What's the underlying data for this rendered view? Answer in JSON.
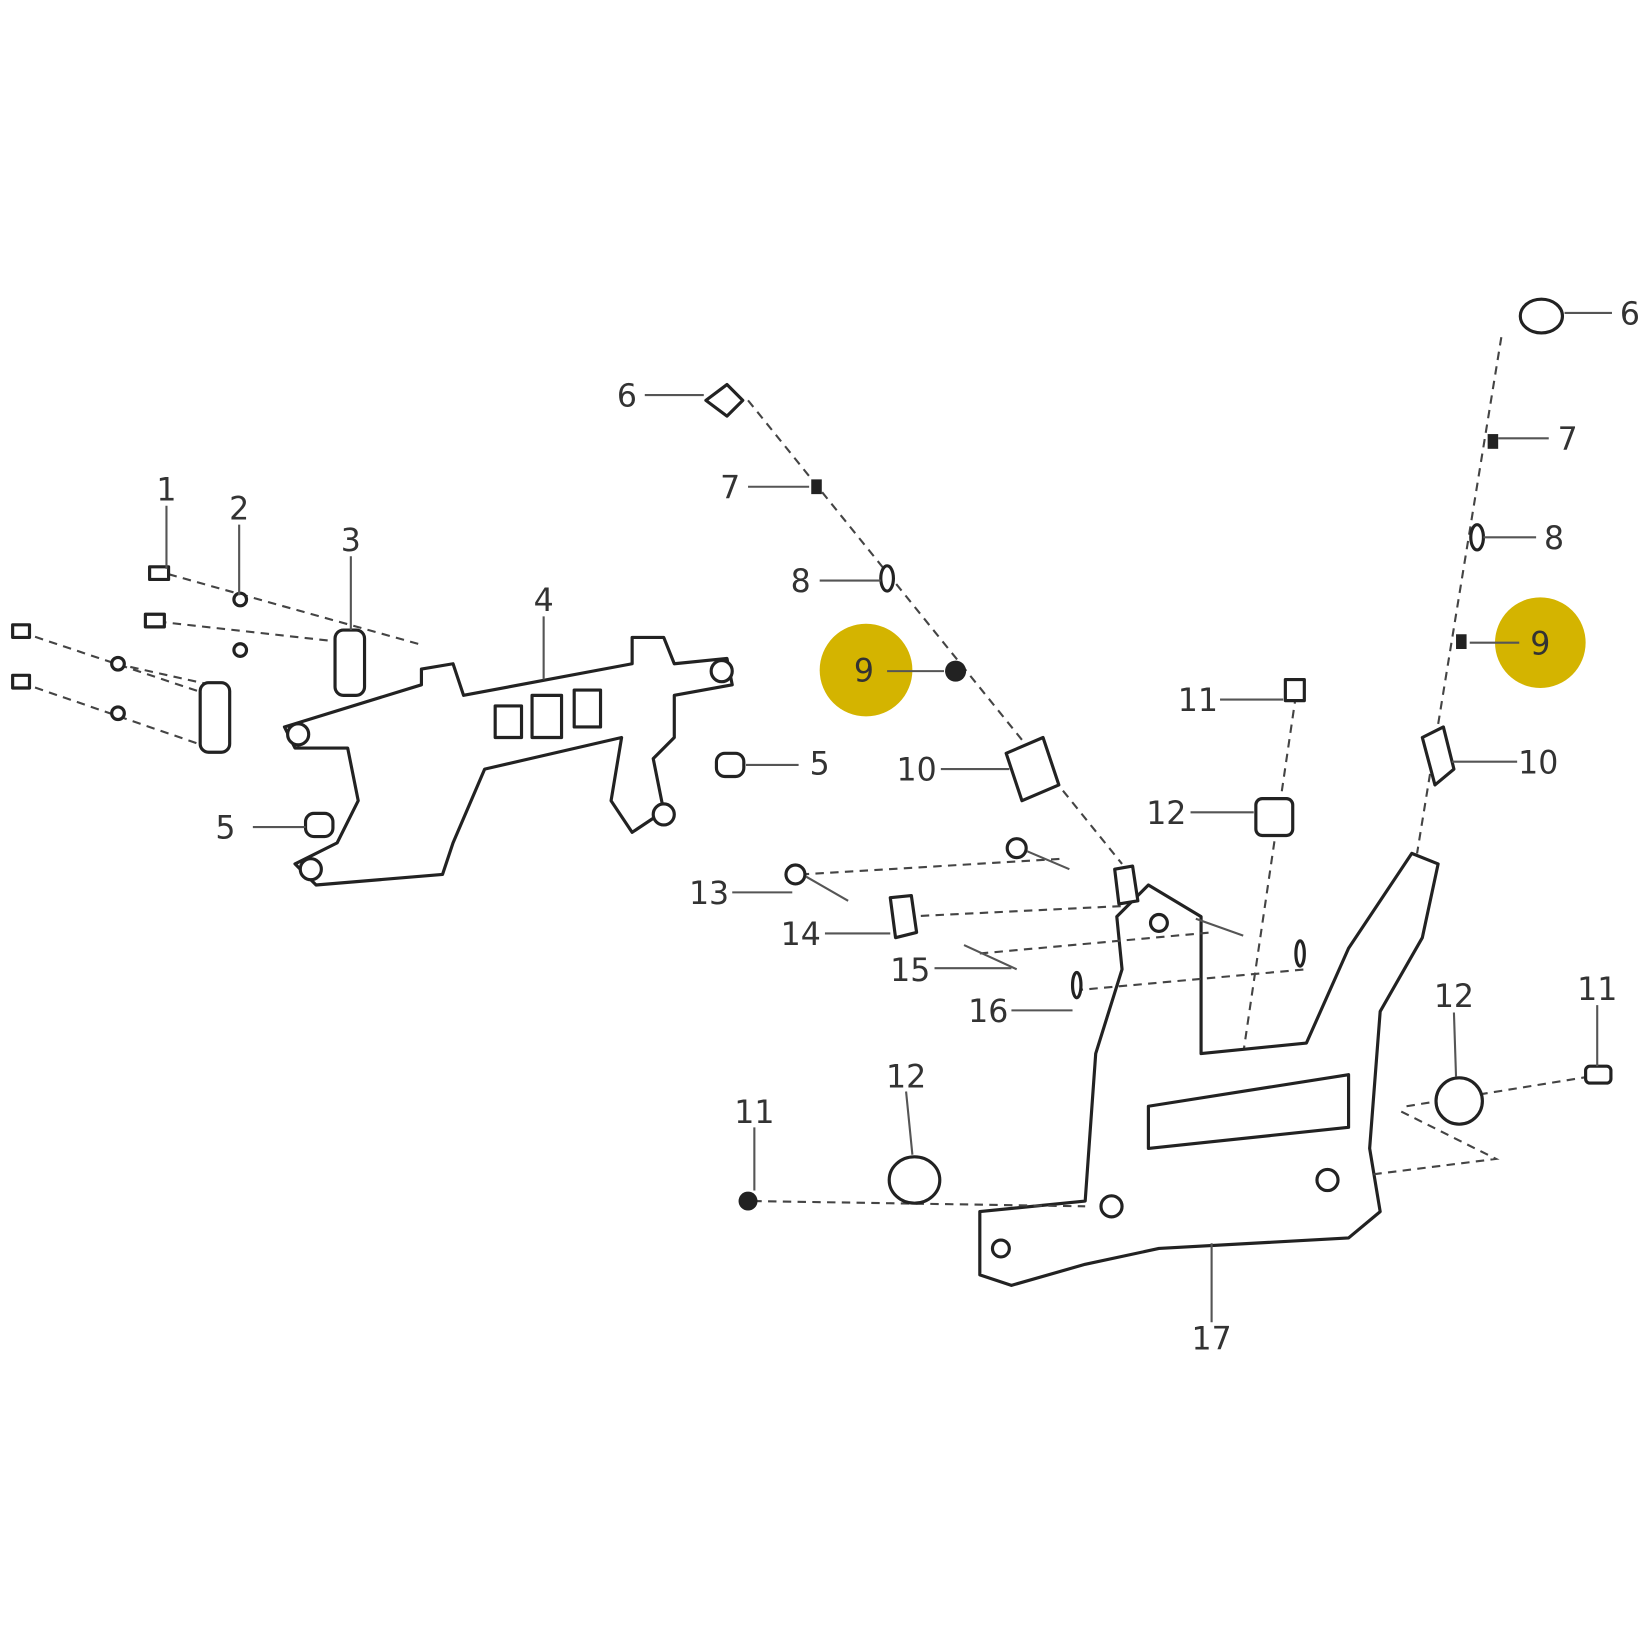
{
  "diagram": {
    "highlight_color": "#d4b400",
    "callouts": {
      "l1": "1",
      "l2": "2",
      "l3": "3",
      "l4": "4",
      "l5a": "5",
      "l5b": "5",
      "m6": "6",
      "m7": "7",
      "m8": "8",
      "m9": "9",
      "m10": "10",
      "m11a": "11",
      "m12a": "12",
      "m13": "13",
      "m14": "14",
      "m15": "15",
      "m16": "16",
      "m11b": "11",
      "m12b": "12",
      "m17": "17",
      "m12c": "12",
      "m11c": "11",
      "r6": "6",
      "r7": "7",
      "r8": "8",
      "r9": "9",
      "r10": "10"
    }
  }
}
